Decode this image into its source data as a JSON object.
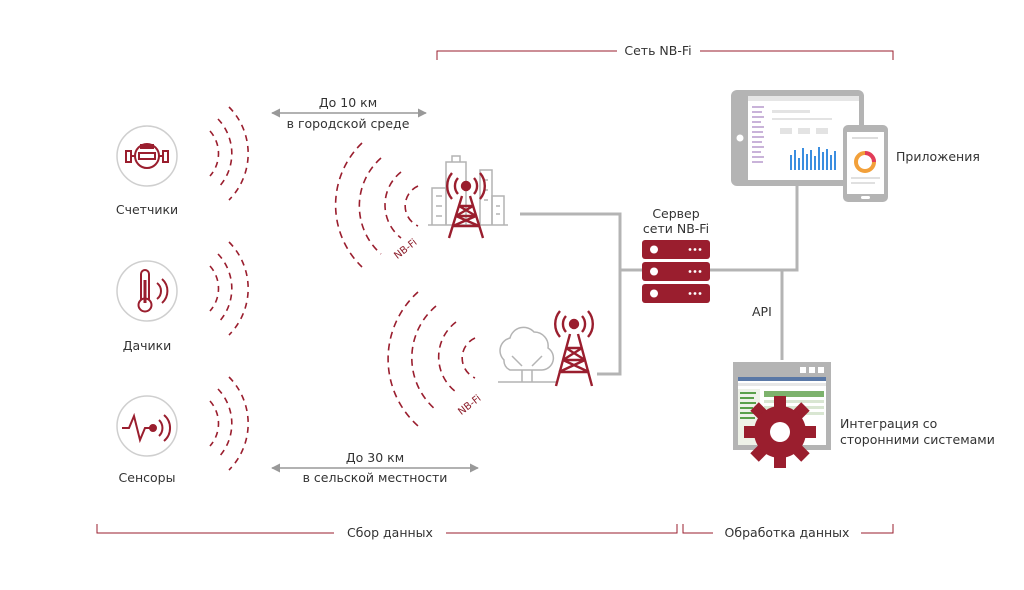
{
  "network_title": "Сеть NB-Fi",
  "devices": {
    "meters": "Счетчики",
    "gauges": "Дачики",
    "sensors": "Сенсоры"
  },
  "range_urban": {
    "line1": "До 10 км",
    "line2": "в городской среде"
  },
  "range_rural": {
    "line1": "До 30 км",
    "line2": "в сельской местности"
  },
  "signal_tag": "NB-Fi",
  "server": {
    "line1": "Сервер",
    "line2": "сети NB-Fi"
  },
  "api_label": "API",
  "apps_label": "Приложения",
  "integration": {
    "line1": "Интеграция со",
    "line2": "сторонними системами"
  },
  "bottom": {
    "collect": "Сбор данных",
    "process": "Обработка данных"
  },
  "colors": {
    "accent": "#9a1e2e",
    "grey": "#b4b4b4",
    "dark_text": "#333333"
  }
}
